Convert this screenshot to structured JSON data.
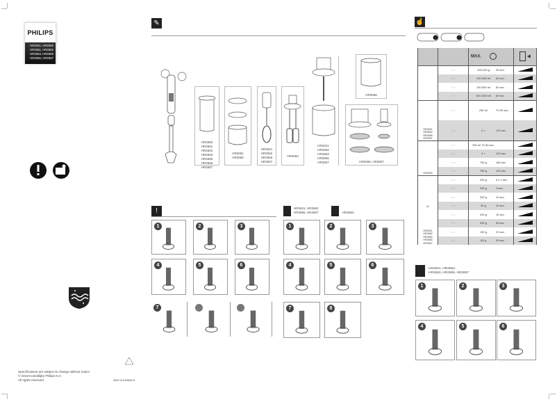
{
  "logo": {
    "brand": "PHILIPS",
    "models": [
      "HR2621, HR2650",
      "HR2651, HR2652",
      "HR2653, HR2655",
      "HR2656, HR2657"
    ]
  },
  "footer": {
    "lines": [
      "Specifications are subject to change without notice",
      "© 2018 Koninklijke Philips N.V.",
      "All rights reserved"
    ],
    "code": "3000 019 69683 B"
  },
  "overview": {
    "panels": [
      {
        "labels": [
          "HR2650",
          "HR2651",
          "HR2652",
          "HR2653",
          "HR2655",
          "HR2656",
          "HR2657"
        ]
      },
      {
        "labels": [
          "HR2651",
          "HR2655"
        ]
      },
      {
        "labels": [
          "HR2621",
          "HR2652",
          "HR2655",
          "HR2657"
        ]
      },
      {
        "labels": [
          "HR2653"
        ]
      },
      {
        "labels": [
          "HR2621",
          "HR2652",
          "HR2653",
          "HR2655",
          "HR2657"
        ]
      },
      {
        "labels": [
          "HR2656"
        ]
      },
      {
        "labels": [
          "HR2656, HR2657"
        ]
      }
    ]
  },
  "usage_table": {
    "header": {
      "max": "MAX.",
      "time_icon": "clock-icon",
      "speed_icon": "speed-setting-icon"
    },
    "groups": [
      {
        "labels": [],
        "rows": [
          [
            "100-200 g",
            "30 sec."
          ],
          [
            "100-400 ml",
            "60 sec."
          ],
          [
            "100-500 ml",
            "60 sec."
          ],
          [
            "100-1000 ml",
            "60 sec."
          ]
        ]
      },
      {
        "labels": [
          "HR2621",
          "HR2652",
          "HR2655",
          "HR2657"
        ],
        "rows": [
          [
            "250 ml",
            "70-90 sec."
          ],
          [
            "4 ×",
            "120 sec."
          ]
        ]
      },
      {
        "labels": [
          "HR2653"
        ],
        "rows": [
          [
            "250 ml 70-90 sec.",
            ""
          ],
          [
            "4 ×",
            "120 sec."
          ],
          [
            "750 g",
            "180 sec."
          ],
          [
            "750 g",
            "120 sec."
          ]
        ]
      },
      {
        "top": "XL",
        "labels": [
          "HR2621",
          "HR2652",
          "HR2653",
          "HR2655",
          "HR2657"
        ],
        "rows": [
          [
            "200 g",
            "5 x 1 sec."
          ],
          [
            "200 g",
            "3 sec."
          ],
          [
            "200 g",
            "10 sec."
          ],
          [
            "30 g",
            "10 sec."
          ],
          [
            "200 g",
            "15 sec."
          ],
          [
            "200 g",
            "30 sec."
          ],
          [
            "100 g",
            "20 sec."
          ],
          [
            "80 g",
            "30 sec."
          ]
        ]
      }
    ]
  },
  "steps_general": {
    "numbers": [
      "1",
      "2",
      "3",
      "4",
      "5",
      "6",
      "7",
      "",
      ""
    ]
  },
  "steps_whisk": {
    "models_a": [
      "HR2621, HR2652",
      "HR2655, HR2657"
    ],
    "models_b": "HR2653",
    "numbers": [
      "1",
      "2",
      "3",
      "4",
      "5",
      "6",
      "7",
      "8"
    ]
  },
  "steps_chopper": {
    "models": [
      "HR2621, HR2653",
      "HR2653, HR2655, HR2657"
    ],
    "numbers": [
      "1",
      "2",
      "3",
      "4",
      "5",
      "6"
    ]
  }
}
